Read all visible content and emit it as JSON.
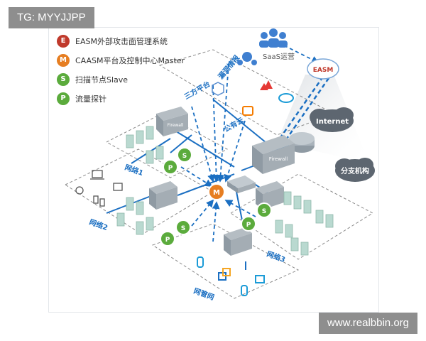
{
  "overlays": {
    "tg_tag": "TG: MYYJJPP",
    "watermark": "www.realbbin.org"
  },
  "legend": [
    {
      "icon": "E",
      "label": "EASM外部攻击面管理系统",
      "color": "#c0392b"
    },
    {
      "icon": "M",
      "label": "CAASM平台及控制中心Master",
      "color": "#e67e22"
    },
    {
      "icon": "S",
      "label": "扫描节点Slave",
      "color": "#5bab3c"
    },
    {
      "icon": "P",
      "label": "流量探针",
      "color": "#5bab3c"
    }
  ],
  "nodes": {
    "saas": "SaaS运营",
    "easm_cloud": "EASM",
    "internet": "Internet",
    "branch": "分支机构",
    "leak_info": "漏洞情报",
    "third_party": "三方平台",
    "public_cloud": "公有云",
    "zone1": "网络1",
    "zone2": "网络2",
    "zone3": "网络3",
    "zone_iot": "网管网",
    "firewall": "Firewall"
  },
  "colors": {
    "link": "#1b6fc2",
    "firewall": "#8f9aa3",
    "server": "#b9d9d0",
    "zone_border": "#8a8a8a"
  }
}
